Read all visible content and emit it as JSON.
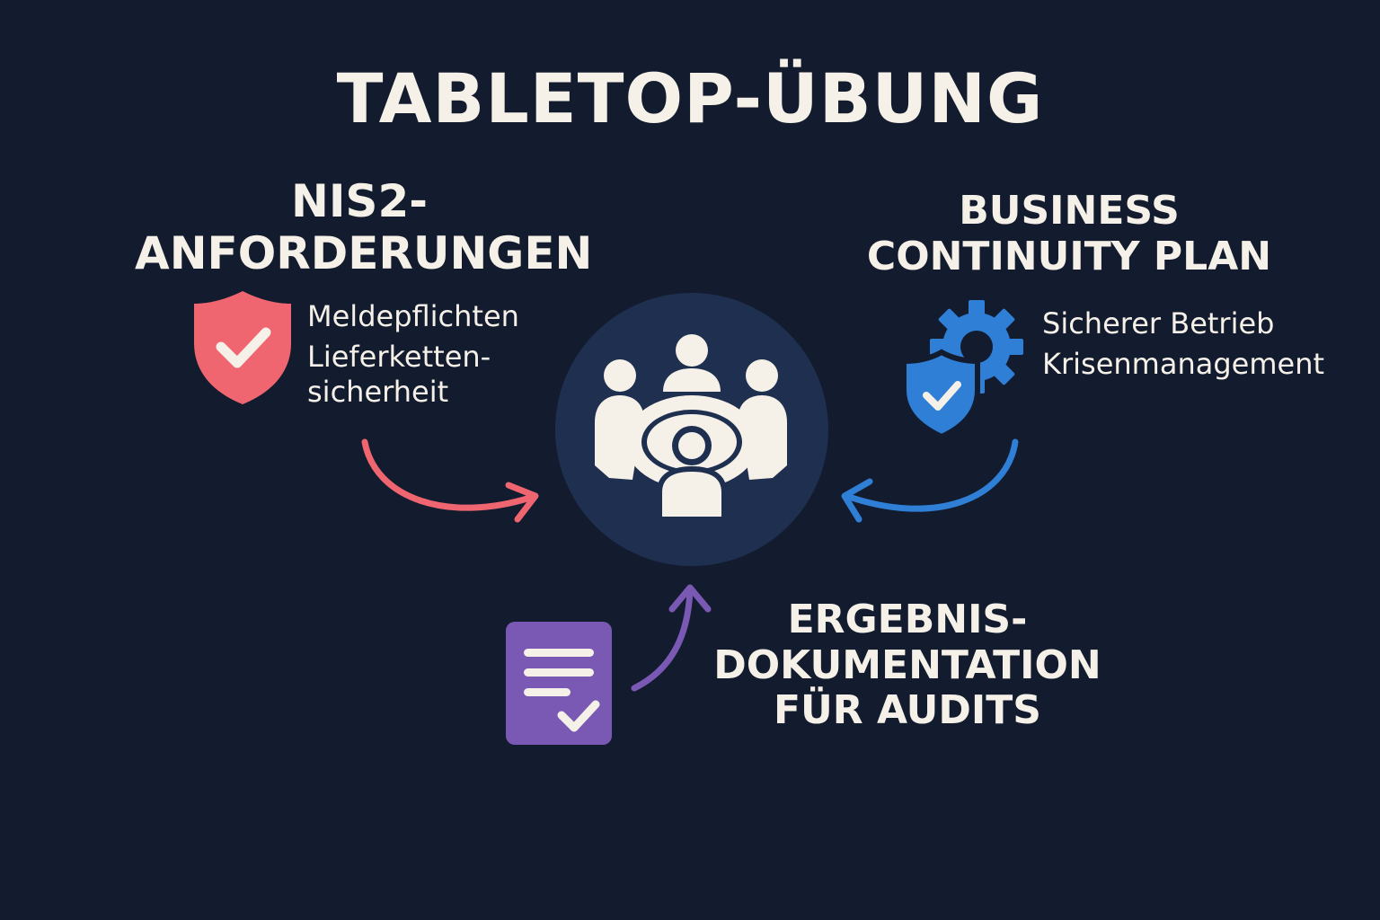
{
  "title": "TABLETOP-ÜBUNG",
  "nis2": {
    "heading_line1": "NIS2-",
    "heading_line2": "ANFORDERUNGEN",
    "items": [
      "Meldepflichten",
      "Lieferketten-",
      "sicherheit"
    ],
    "icon": "shield-check-icon",
    "color": "#ef6670"
  },
  "bcp": {
    "heading_line1": "BUSINESS",
    "heading_line2": "CONTINUITY PLAN",
    "items": [
      "Sicherer Betrieb",
      "Krisenmanagement"
    ],
    "icon": "gear-shield-icon",
    "color": "#2f7fd6"
  },
  "docs": {
    "heading_line1": "ERGEBNIS-",
    "heading_line2": "DOKUMENTATION",
    "heading_line3": "FÜR AUDITS",
    "icon": "document-check-icon",
    "color": "#7a59b5"
  },
  "center": {
    "icon": "team-meeting-icon",
    "color": "#1f2f4f"
  }
}
